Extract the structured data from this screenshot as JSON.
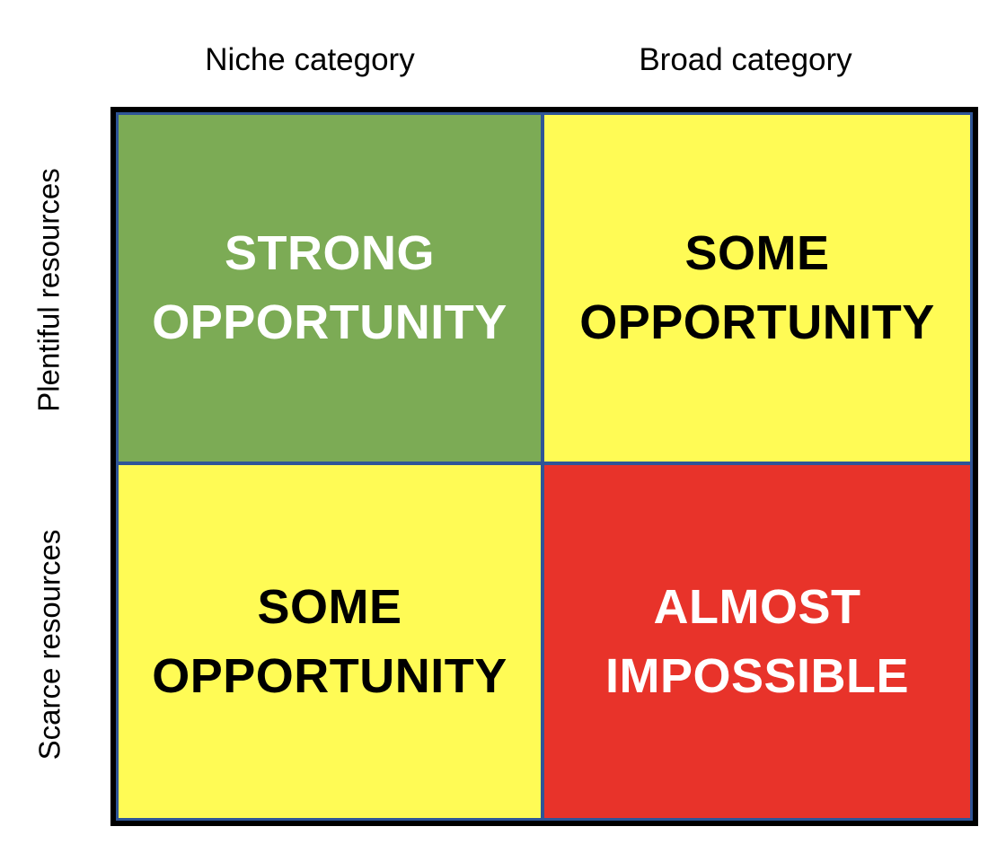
{
  "matrix": {
    "column_headers": [
      {
        "label": "Niche category"
      },
      {
        "label": "Broad category"
      }
    ],
    "row_headers": [
      {
        "label": "Plentiful resources"
      },
      {
        "label": "Scarce resources"
      }
    ],
    "quadrants": [
      {
        "position": "top-left",
        "line1": "STRONG",
        "line2": "OPPORTUNITY",
        "bg": "#7CAB55",
        "text_color": "#FFFFFF"
      },
      {
        "position": "top-right",
        "line1": "SOME",
        "line2": "OPPORTUNITY",
        "bg": "#FFFB55",
        "text_color": "#000000"
      },
      {
        "position": "bottom-left",
        "line1": "SOME",
        "line2": "OPPORTUNITY",
        "bg": "#FFFB55",
        "text_color": "#000000"
      },
      {
        "position": "bottom-right",
        "line1": "ALMOST",
        "line2": "IMPOSSIBLE",
        "bg": "#E8332A",
        "text_color": "#FFFFFF"
      }
    ],
    "colors": {
      "outer_border": "#000000",
      "inner_border": "#2F5597",
      "background": "#FFFFFF"
    }
  }
}
